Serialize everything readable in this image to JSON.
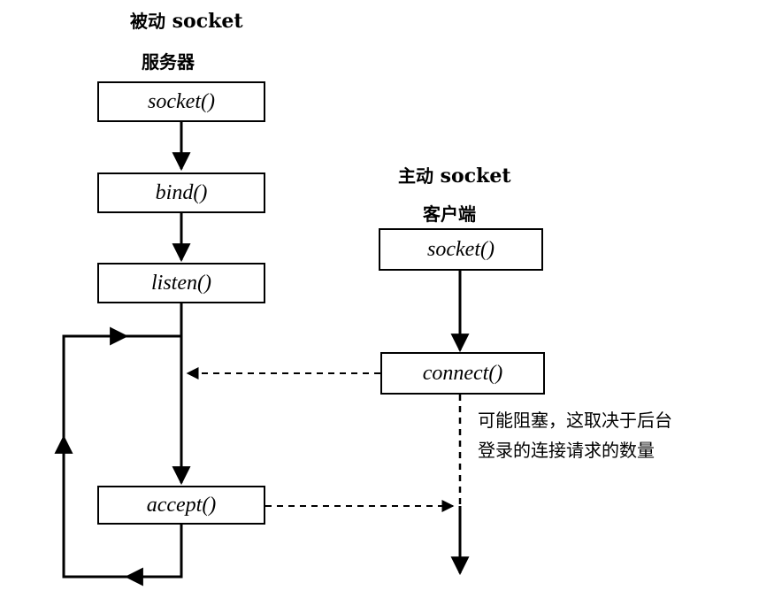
{
  "server": {
    "heading_line1_prefix": "被动",
    "heading_line1_word": "socket",
    "heading_line2": "服务器",
    "calls": [
      "socket()",
      "bind()",
      "listen()",
      "accept()"
    ]
  },
  "client": {
    "heading_line1_prefix": "主动",
    "heading_line1_word": "socket",
    "heading_line2": "客户端",
    "calls": [
      "socket()",
      "connect()"
    ]
  },
  "note": {
    "line1": "可能阻塞，这取决于后台",
    "line2": "登录的连接请求的数量"
  }
}
